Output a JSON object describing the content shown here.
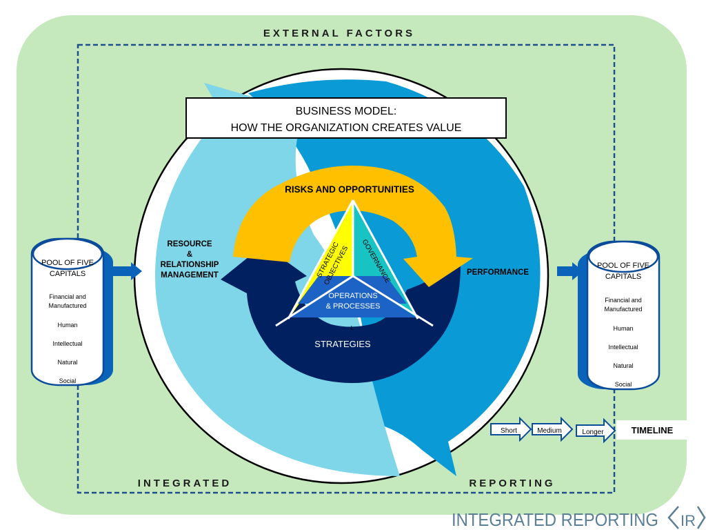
{
  "frame": {
    "top_label": "EXTERNAL FACTORS",
    "bottom_left_label": "INTEGRATED",
    "bottom_right_label": "REPORTING"
  },
  "business_model": {
    "line1": "BUSINESS MODEL:",
    "line2": "HOW THE ORGANIZATION CREATES VALUE"
  },
  "cycle": {
    "left_label_1": "RESOURCE",
    "left_label_2": "&",
    "left_label_3": "RELATIONSHIP",
    "left_label_4": "MANAGEMENT",
    "right_label": "PERFORMANCE"
  },
  "core": {
    "risks": "RISKS AND OPPORTUNITIES",
    "strategies": "STRATEGIES",
    "strategic_objectives_1": "STRATEGIC",
    "strategic_objectives_2": "OBJECTIVES",
    "governance": "GOVERNANCE",
    "operations_1": "OPERATIONS",
    "operations_2": "& PROCESSES",
    "small_mark": "L"
  },
  "left_pool": {
    "title_1": "POOL OF FIVE",
    "title_2": "CAPITALS",
    "items": [
      "Financial and",
      "Manufactured",
      "Human",
      "Intellectual",
      "Natural",
      "Social"
    ]
  },
  "right_pool": {
    "title_1": "POOL OF FIVE",
    "title_2": "CAPITALS",
    "items": [
      "Financial and",
      "Manufactured",
      "Human",
      "Intellectual",
      "Natural",
      "Social"
    ]
  },
  "timeline": {
    "steps": [
      "Short",
      "Medium",
      "Longer"
    ],
    "label": "TIMELINE"
  },
  "footer": {
    "logo_text": "INTEGRATED REPORTING",
    "logo_mark": "IR"
  },
  "colors": {
    "background_green": "#c6e8bd",
    "frame_dash": "#1f4e8c",
    "light_blue": "#7fd6e8",
    "mid_blue": "#0a9bd6",
    "navy": "#002060",
    "gold": "#ffc000",
    "yellow": "#ffff00",
    "teal": "#17c3c3",
    "royal_blue": "#1d63c6"
  }
}
